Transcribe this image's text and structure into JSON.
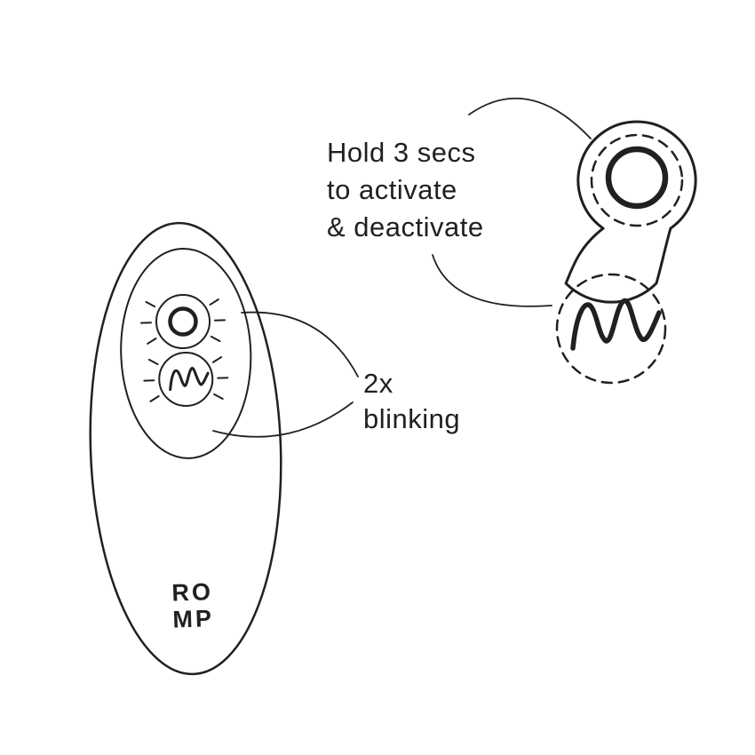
{
  "figure": {
    "background_color": "#ffffff",
    "ink_color": "#231f20"
  },
  "callouts": {
    "hold": {
      "lines": [
        "Hold 3 secs",
        "to activate",
        "& deactivate"
      ]
    },
    "blinking": {
      "lines": [
        "2x",
        "blinking"
      ]
    }
  },
  "remote": {
    "brand_lines": [
      "RO",
      "MP"
    ]
  },
  "icons": {
    "power_button": "power-ring-icon",
    "logo_button": "m-logo-icon",
    "blink": "blink-rays"
  }
}
